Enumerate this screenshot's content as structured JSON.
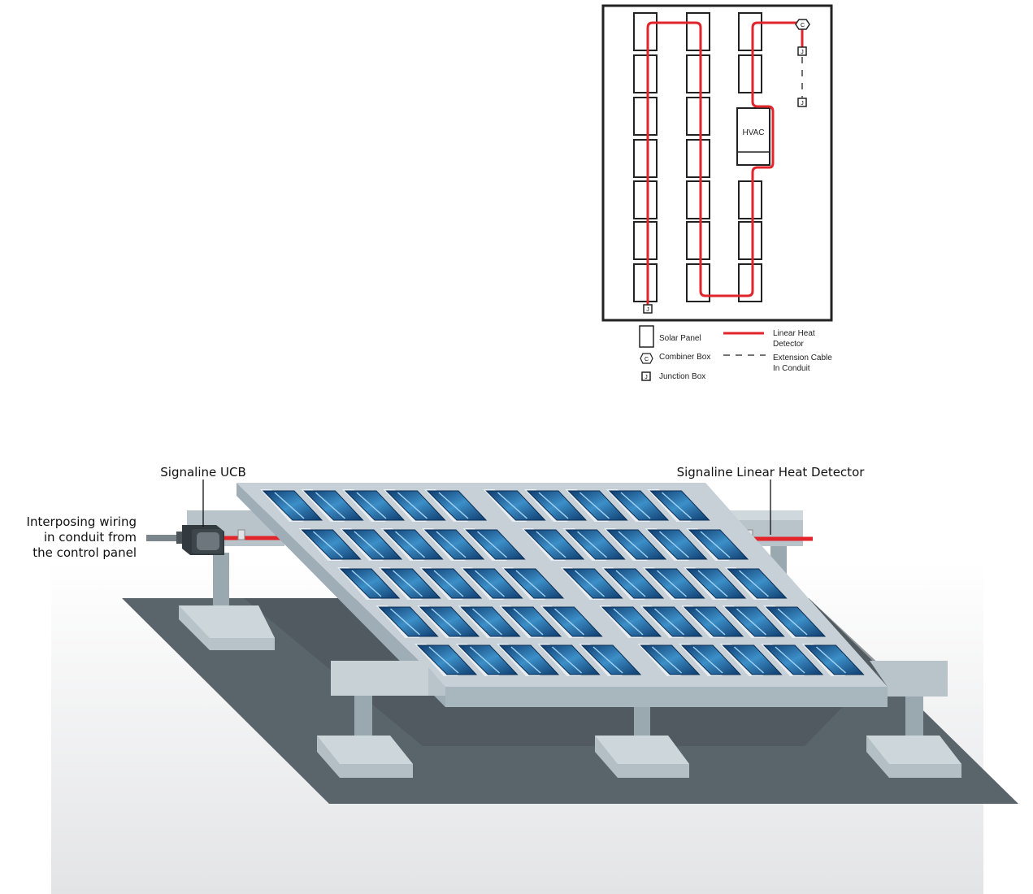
{
  "layout_plan": {
    "hvac_label": "HVAC",
    "combiner_symbol": "C",
    "junction_symbol": "J",
    "legend": {
      "solar_panel": "Solar Panel",
      "combiner_box": "Combiner Box",
      "junction_box": "Junction Box",
      "linear_heat_detector_1": "Linear Heat",
      "linear_heat_detector_2": "Detector",
      "extension_cable_1": "Extension Cable",
      "extension_cable_2": "In Conduit"
    }
  },
  "illustration": {
    "callout_ucb": "Signaline UCB",
    "callout_lhd": "Signaline Linear Heat Detector",
    "callout_wiring_1": "Interposing wiring",
    "callout_wiring_2": "in conduit from",
    "callout_wiring_3": "the control panel"
  },
  "colors": {
    "detector_red": "#e2242b",
    "cell_blue": "#1d5f9a",
    "frame": "#c3ccd2",
    "ground": "#5a646b"
  }
}
